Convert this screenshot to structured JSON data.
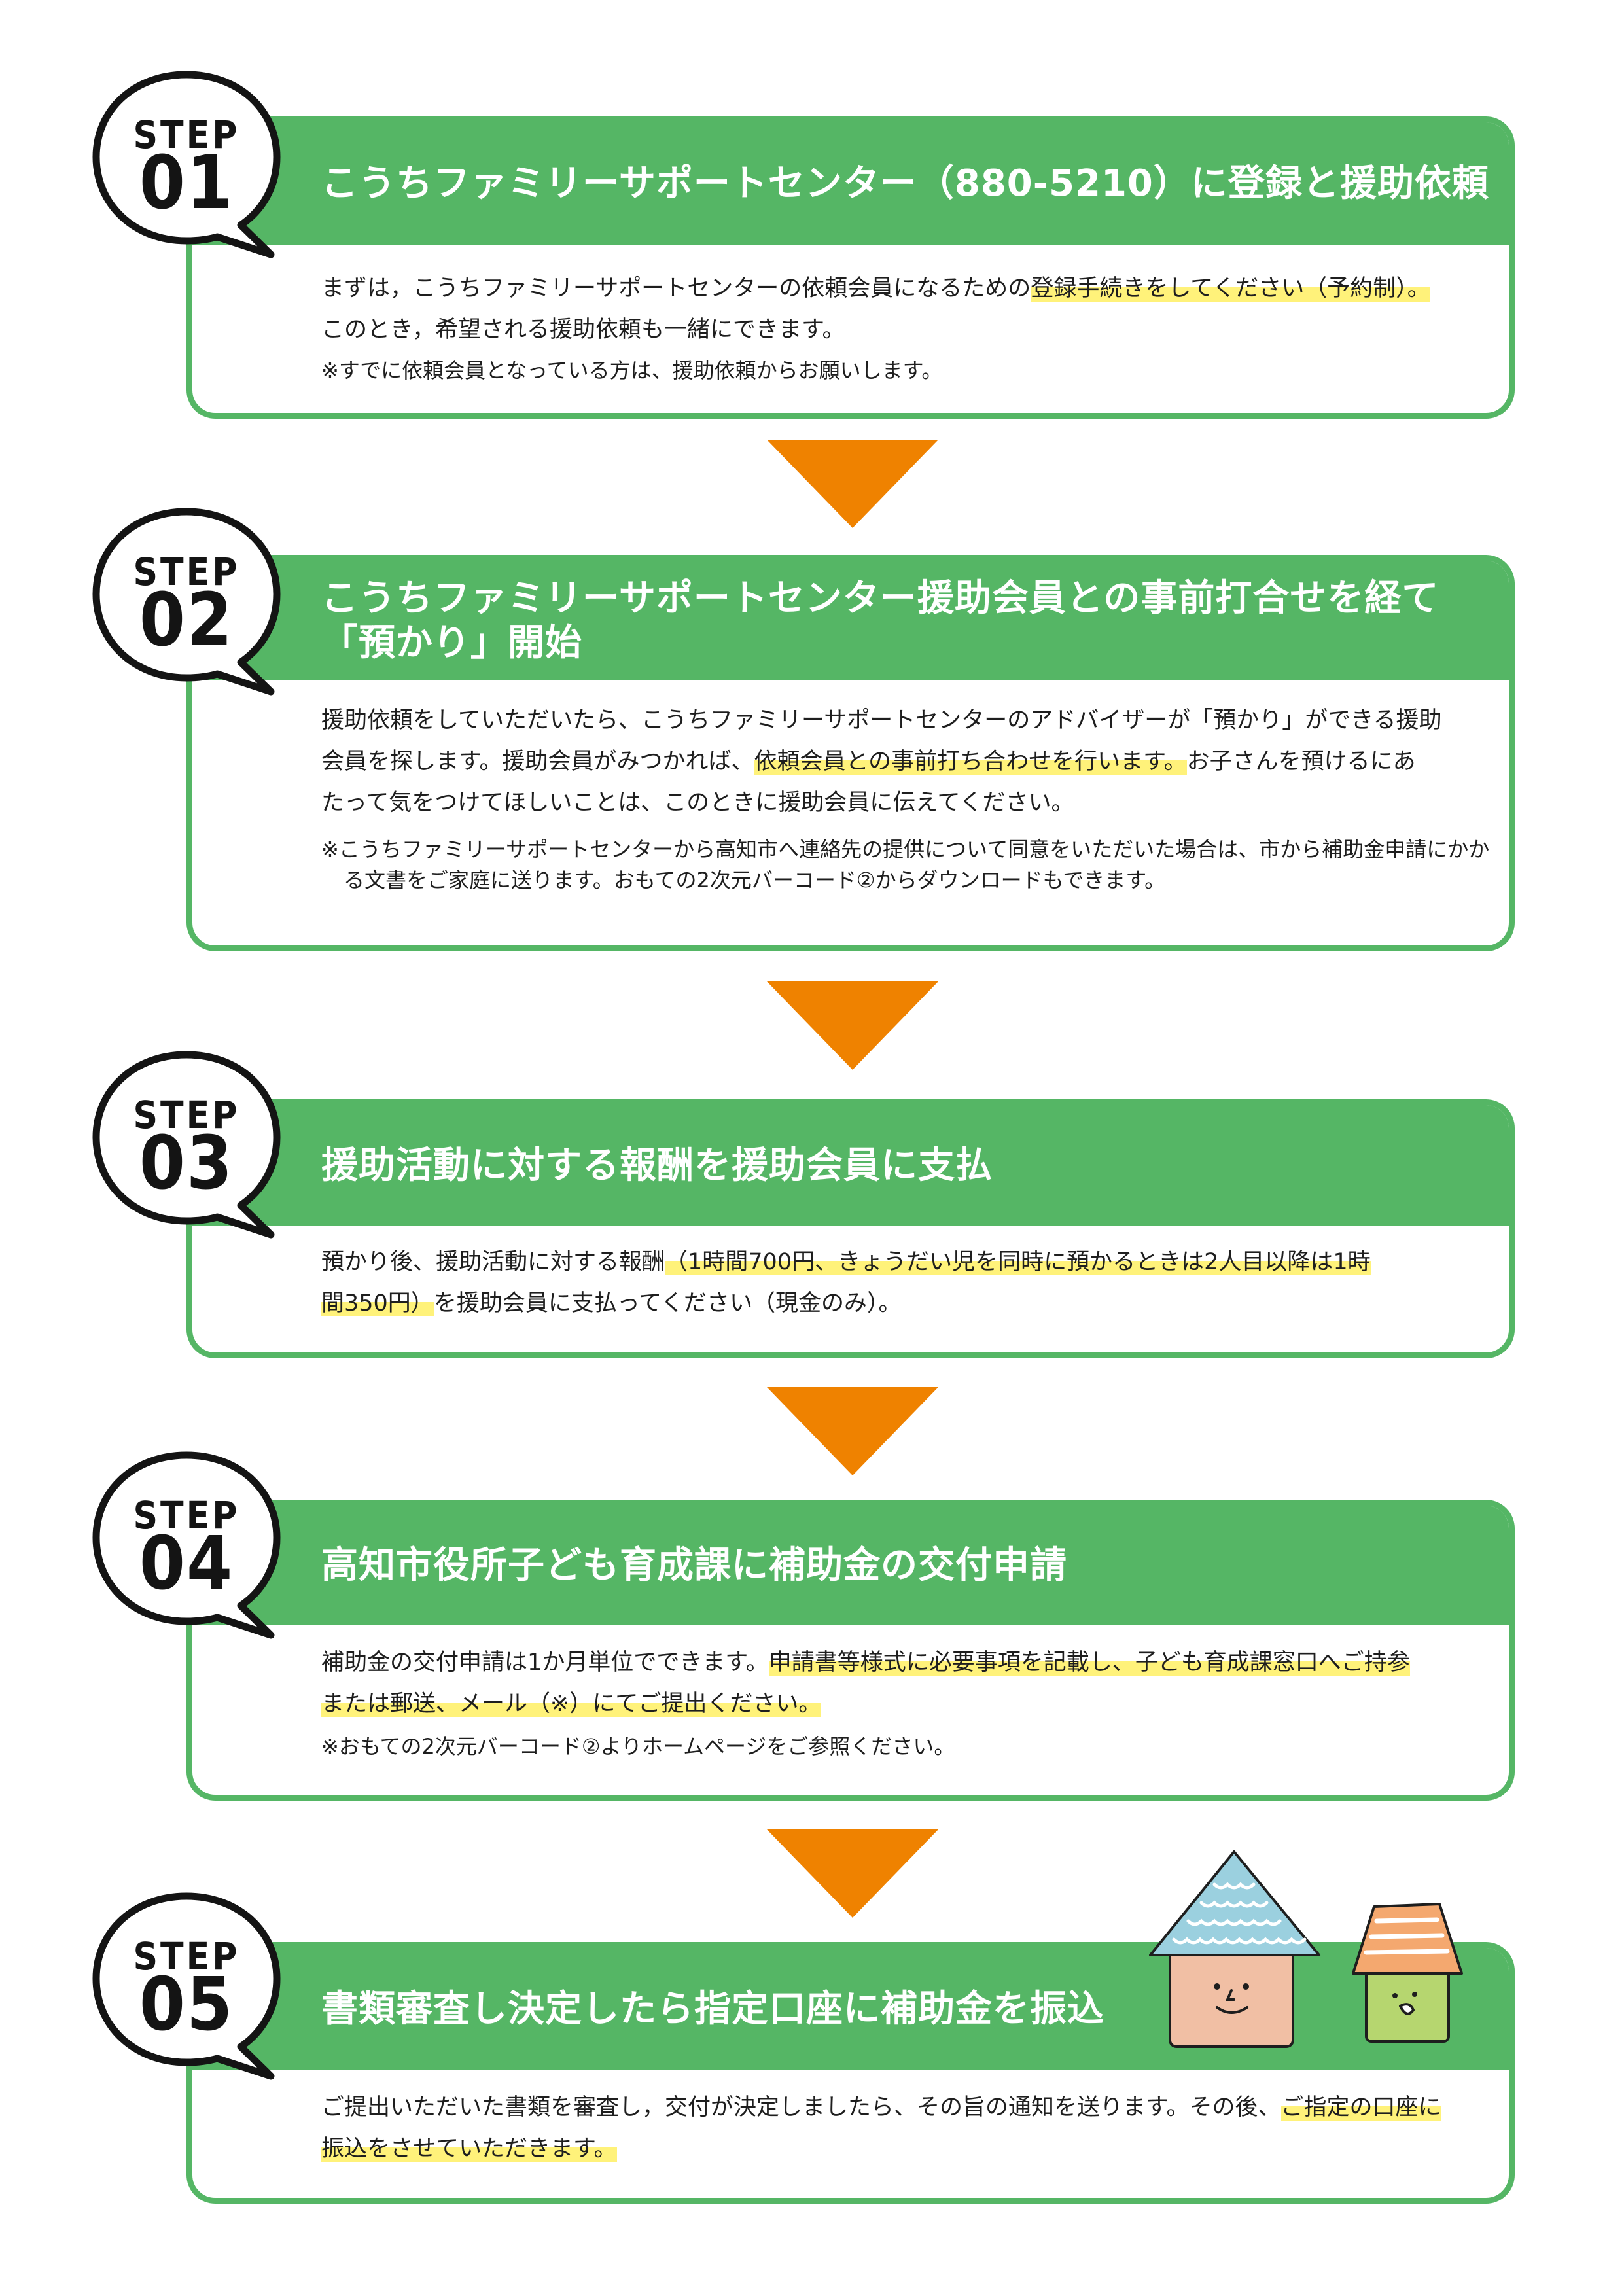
{
  "colors": {
    "green": "#55b665",
    "orange": "#ef8200",
    "highlight": "#fff27a",
    "text": "#1e1e1e"
  },
  "steps": [
    {
      "step_label": "STEP",
      "number": "01",
      "title_lines": [
        "こうちファミリーサポートセンター（880-5210）に登録と援助依頼"
      ],
      "body": {
        "line1_pre": "まずは，こうちファミリーサポートセンターの依頼会員になるための",
        "line1_hl": "登録手続きをしてください（予約制）。",
        "line2": "このとき，希望される援助依頼も一緒にできます。",
        "note": "※すでに依頼会員となっている方は、援助依頼からお願いします。"
      }
    },
    {
      "step_label": "STEP",
      "number": "02",
      "title_lines": [
        "こうちファミリーサポートセンター援助会員との事前打合せを経て",
        "「預かり」開始"
      ],
      "body": {
        "line1": "援助依頼をしていただいたら、こうちファミリーサポートセンターのアドバイザーが「預かり」ができる援助",
        "line2_pre": "会員を探します。援助会員がみつかれば、",
        "line2_hl": "依頼会員との事前打ち合わせを行います。",
        "line2_post": "お子さんを預けるにあ",
        "line3": "たって気をつけてほしいことは、このときに援助会員に伝えてください。",
        "note": "※こうちファミリーサポートセンターから高知市へ連絡先の提供について同意をいただいた場合は、市から補助金申請にかかる文書をご家庭に送ります。おもての2次元バーコード②からダウンロードもできます。"
      }
    },
    {
      "step_label": "STEP",
      "number": "03",
      "title_lines": [
        "援助活動に対する報酬を援助会員に支払"
      ],
      "body": {
        "line1_pre": "預かり後、援助活動に対する報酬",
        "line1_hl": "（1時間700円、きょうだい児を同時に預かるときは2人目以降は1時",
        "line2_hl": "間350円）",
        "line2_post": "を援助会員に支払ってください（現金のみ）。"
      }
    },
    {
      "step_label": "STEP",
      "number": "04",
      "title_lines": [
        "高知市役所子ども育成課に補助金の交付申請"
      ],
      "body": {
        "line1_pre": "補助金の交付申請は1か月単位でできます。",
        "line1_hl": "申請書等様式に必要事項を記載し、子ども育成課窓口へご持参",
        "line2_hl": "または郵送、メール（※）にてご提出ください。",
        "note": "※おもての2次元バーコード②よりホームページをご参照ください。"
      }
    },
    {
      "step_label": "STEP",
      "number": "05",
      "title_lines": [
        "書類審査し決定したら指定口座に補助金を振込"
      ],
      "body": {
        "line1_pre": "ご提出いただいた書類を審査し，交付が決定しましたら、その旨の通知を送ります。その後、",
        "line1_hl": "ご指定の口座に",
        "line2_hl": "振込をさせていただきます。"
      }
    }
  ]
}
